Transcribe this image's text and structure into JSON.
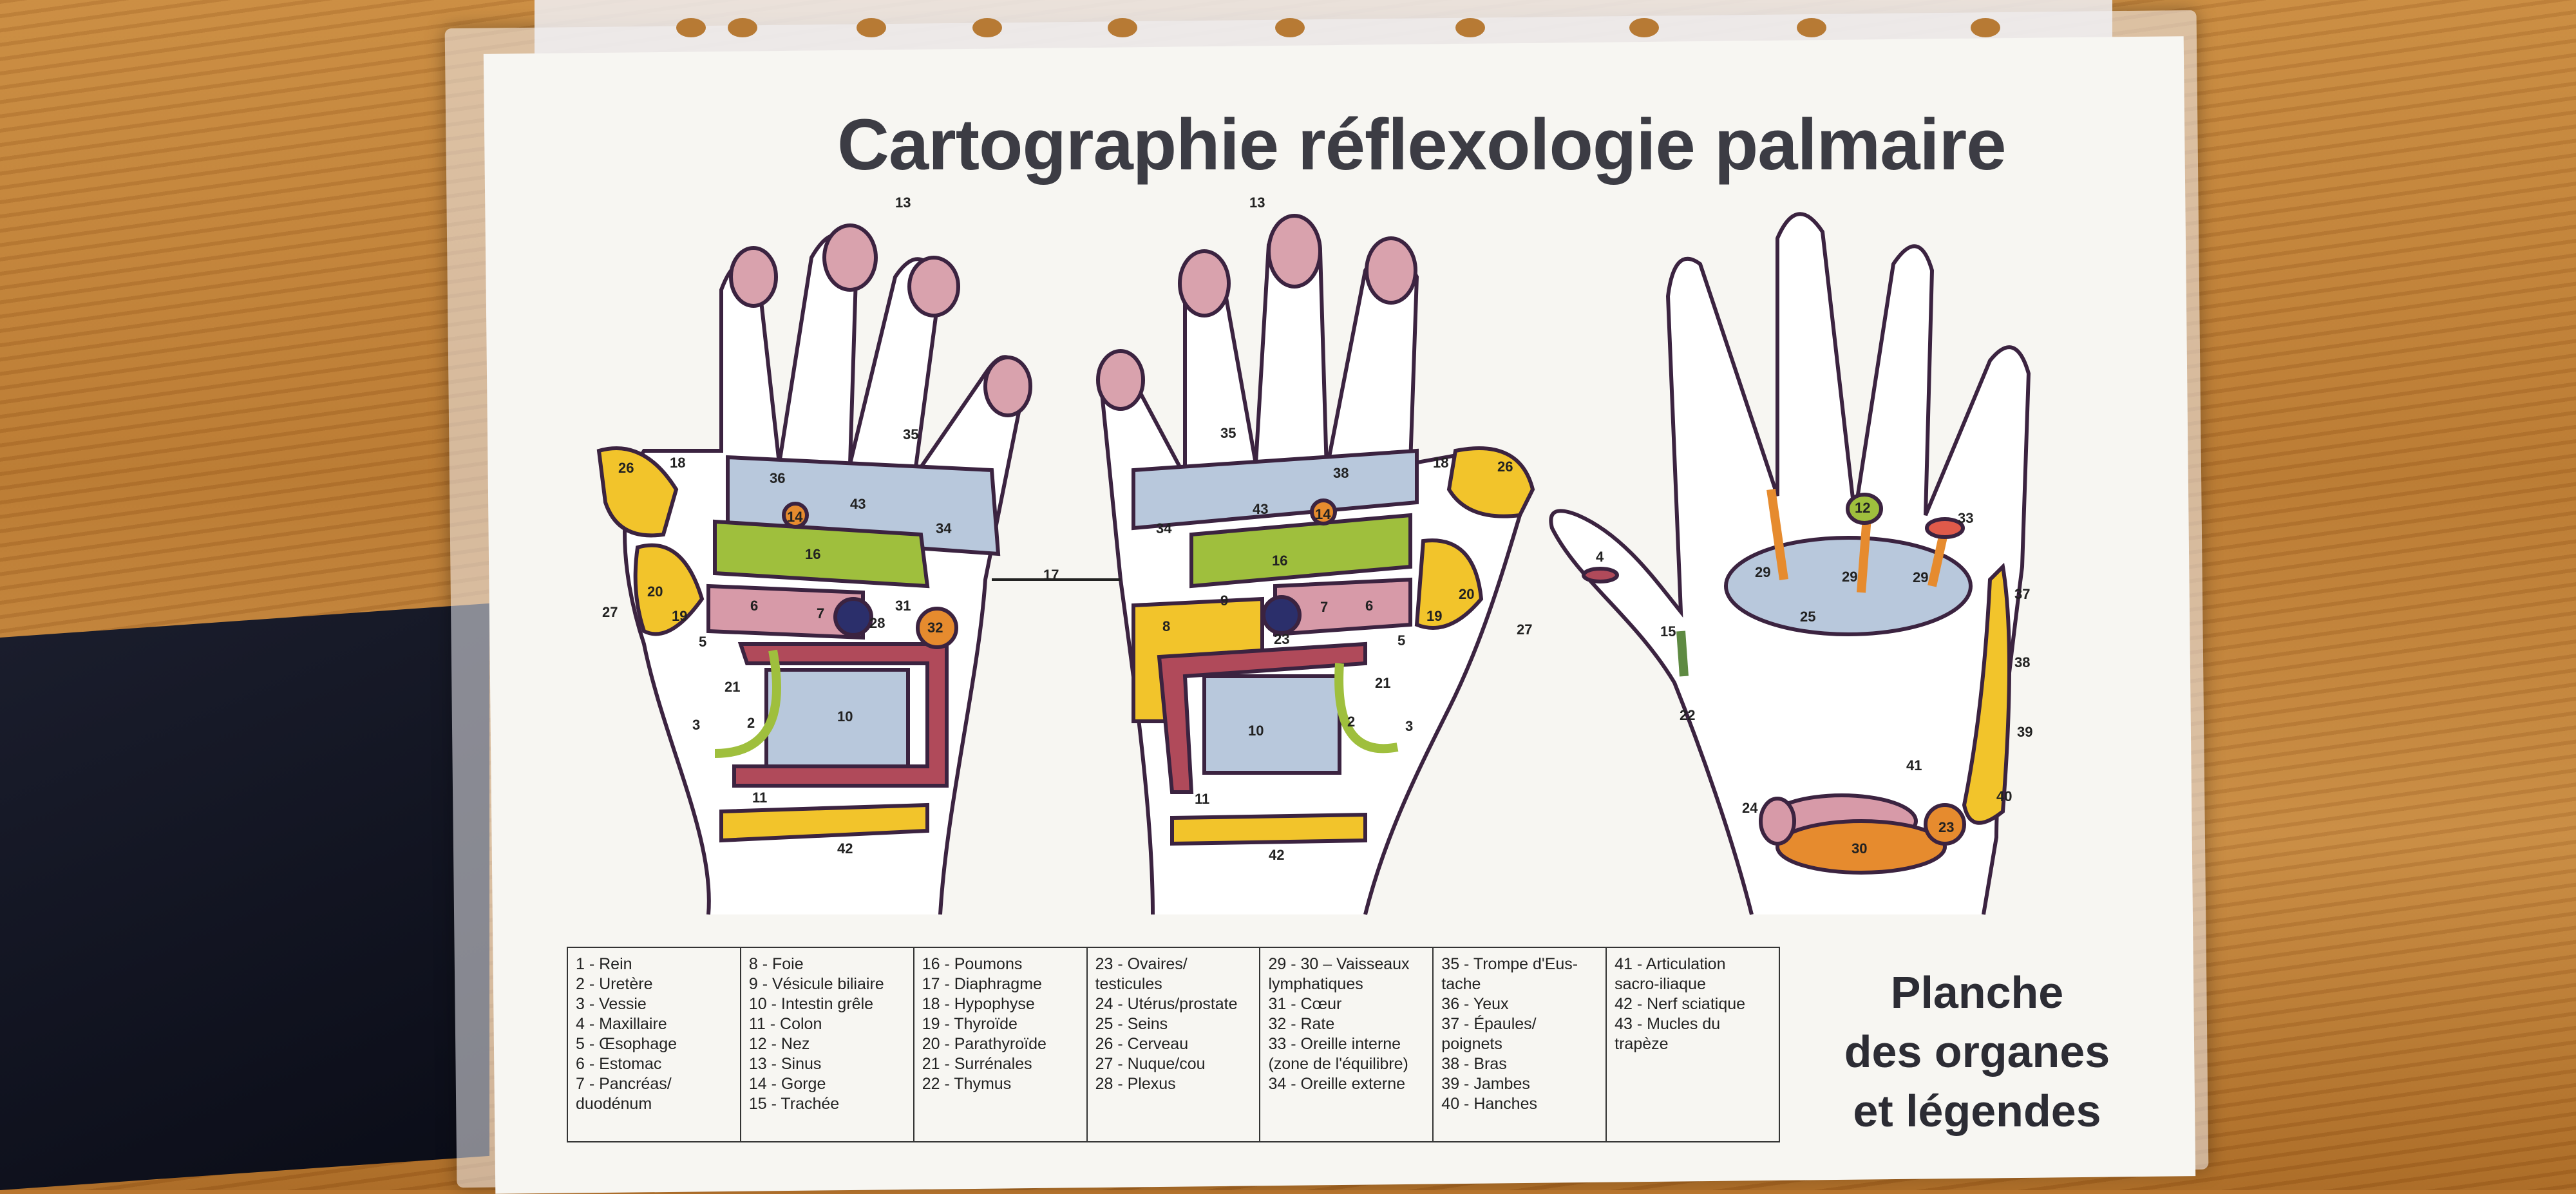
{
  "title": "Cartographie réflexologie palmaire",
  "planche": [
    "Planche",
    "des organes",
    "et légendes"
  ],
  "legend_columns": [
    [
      "1 - Rein",
      "2 - Uretère",
      "3 - Vessie",
      "4 - Maxillaire",
      "5 - Œsophage",
      "6 - Estomac",
      "7 - Pancréas/",
      "duodénum"
    ],
    [
      "8 - Foie",
      "9 - Vésicule biliaire",
      "10 - Intestin grêle",
      "11 - Colon",
      "12 - Nez",
      "13 - Sinus",
      "14 - Gorge",
      "15 - Trachée"
    ],
    [
      "16 - Poumons",
      "17 - Diaphragme",
      "18 - Hypophyse",
      "19 - Thyroïde",
      "20 - Parathyroïde",
      "21 - Surrénales",
      "22 - Thymus"
    ],
    [
      "23 - Ovaires/",
      "testicules",
      "24 - Utérus/prostate",
      "25 - Seins",
      "26 - Cerveau",
      "27 - Nuque/cou",
      "28 - Plexus"
    ],
    [
      "29 - 30 – Vaisseaux",
      "lymphatiques",
      "31 - Cœur",
      "32 - Rate",
      "33 - Oreille interne",
      "(zone de l'équilibre)",
      "34 - Oreille externe"
    ],
    [
      "35 - Trompe d'Eus-",
      "tache",
      "36 - Yeux",
      "37 - Épaules/",
      "poignets",
      "38 - Bras",
      "39 - Jambes",
      "40 - Hanches"
    ],
    [
      "41 - Articulation",
      "sacro-iliaque",
      "42 - Nerf sciatique",
      "43 - Mucles du",
      "trapèze"
    ]
  ],
  "diagram_labels": {
    "left": [
      "13",
      "26",
      "18",
      "36",
      "35",
      "43",
      "14",
      "34",
      "16",
      "20",
      "19",
      "6",
      "7",
      "28",
      "31",
      "32",
      "5",
      "27",
      "17",
      "21",
      "10",
      "3",
      "2",
      "11",
      "42"
    ],
    "middle": [
      "13",
      "35",
      "38",
      "34",
      "43",
      "14",
      "16",
      "18",
      "26",
      "9",
      "8",
      "7",
      "6",
      "23",
      "20",
      "19",
      "5",
      "27",
      "21",
      "10",
      "2",
      "3",
      "11",
      "42"
    ],
    "right": [
      "4",
      "12",
      "33",
      "29",
      "29",
      "29",
      "25",
      "15",
      "22",
      "37",
      "38",
      "39",
      "41",
      "40",
      "24",
      "30",
      "23"
    ]
  },
  "colors": {
    "paper": "#f7f6f2",
    "desk": "#c0823a",
    "fingertip": "#d9a2ad",
    "lung": "#9fbf3d",
    "blue_zone": "#b8c8dc",
    "yellow_zone": "#f2c42b",
    "red_zone": "#b04a5a",
    "orange_zone": "#e68b2e",
    "dark_blue": "#2b2f6b"
  }
}
